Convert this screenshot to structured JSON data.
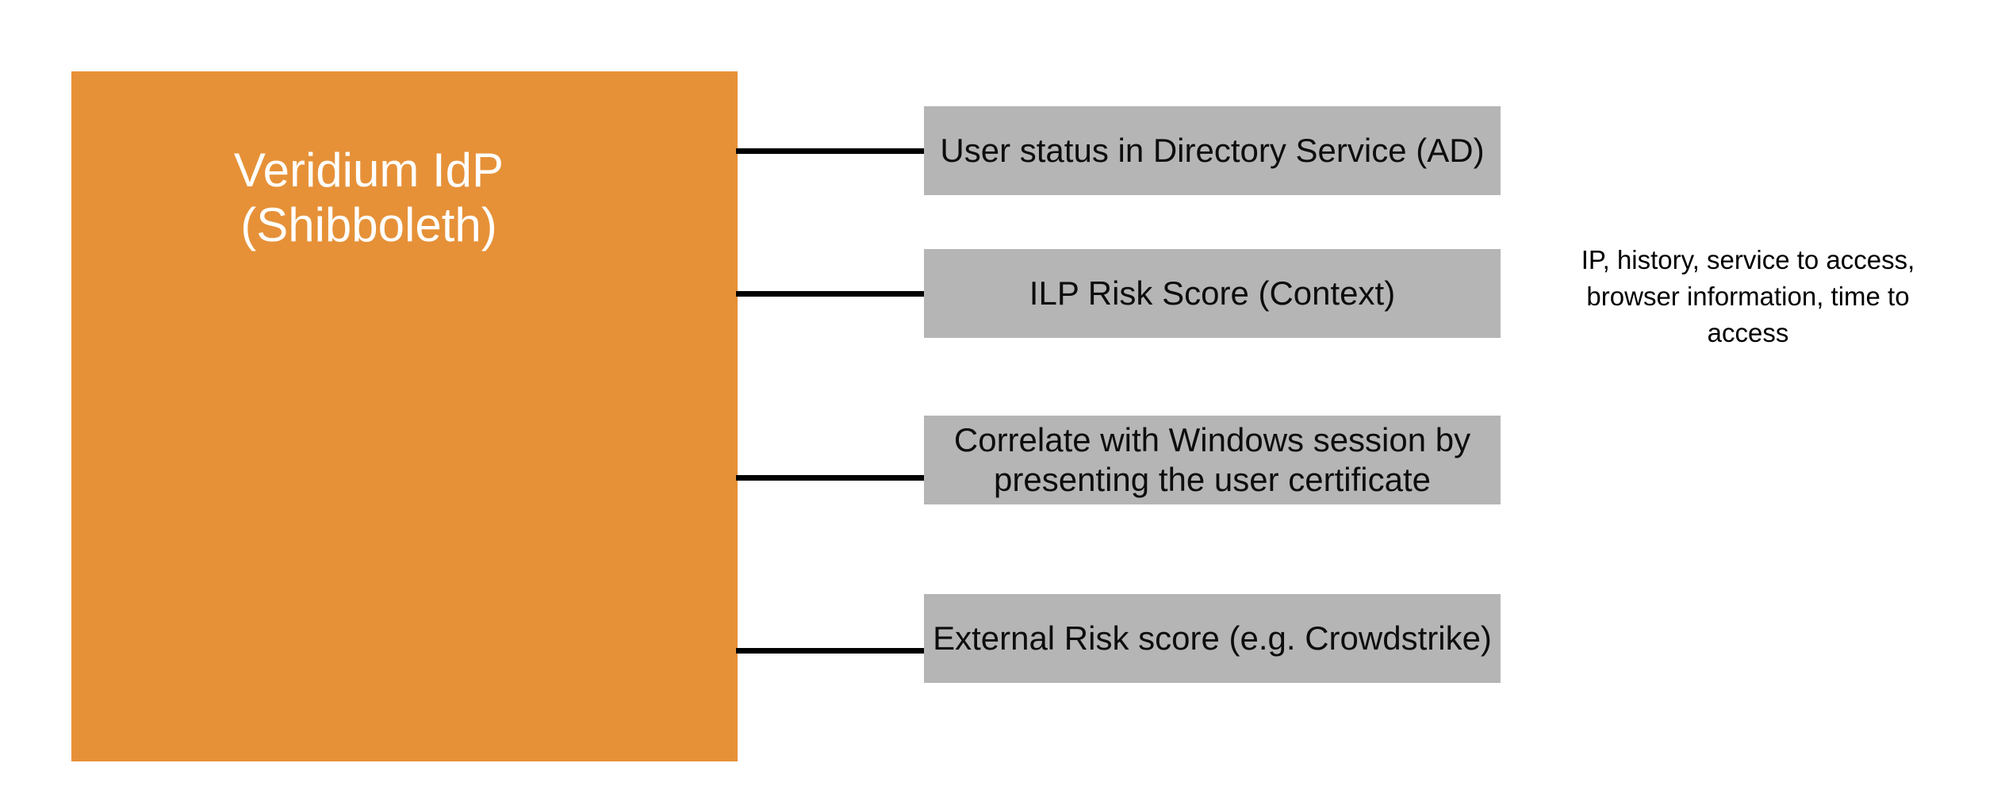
{
  "diagram": {
    "main_box": {
      "label": "Veridium IdP\n(Shibboleth)",
      "fill_color": "#E69138",
      "text_color": "#FFFFFF"
    },
    "factor_boxes": [
      {
        "label": "User status in Directory Service (AD)"
      },
      {
        "label": "ILP Risk Score (Context)"
      },
      {
        "label": "Correlate with Windows session by\npresenting the user certificate"
      },
      {
        "label": "External Risk score (e.g. Crowdstrike)"
      }
    ],
    "factor_box_fill_color": "#B5B5B5",
    "connector_color": "#000000",
    "side_note": "IP, history, service to access,\nbrowser information, time to\naccess"
  }
}
